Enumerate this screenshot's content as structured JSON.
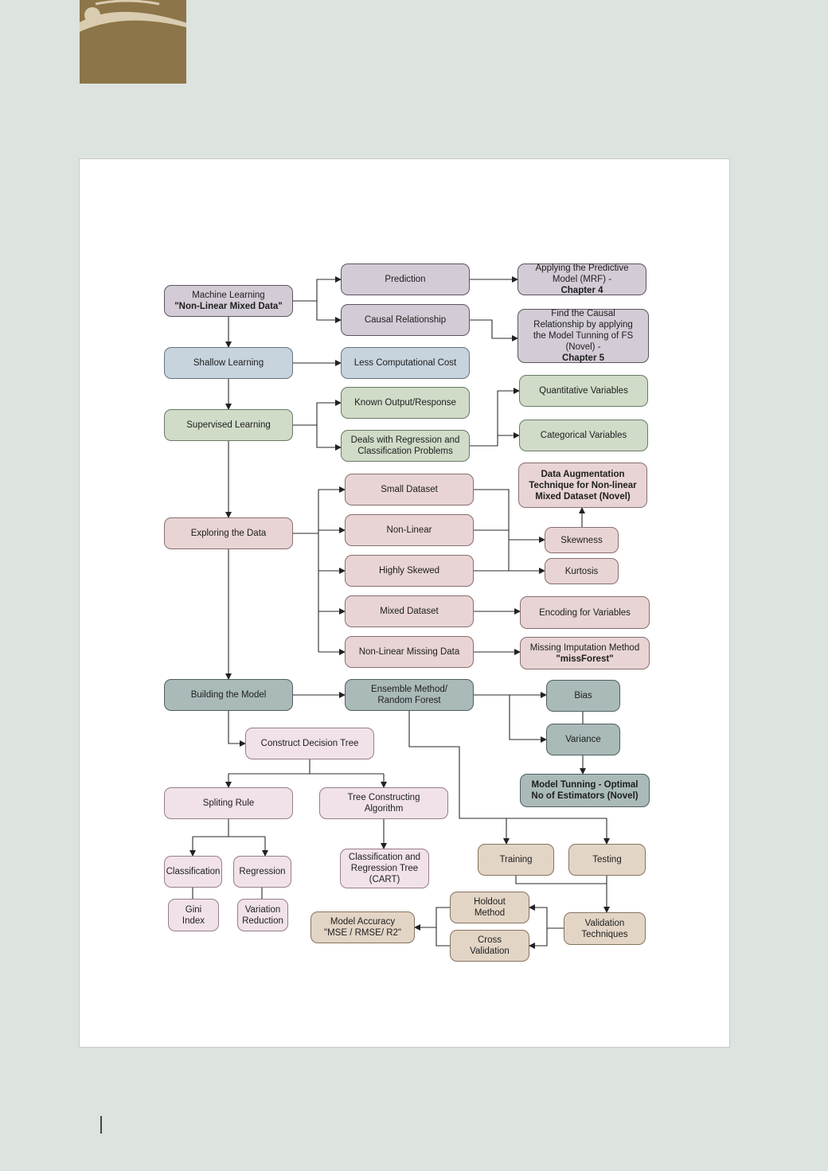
{
  "colors": {
    "page_bg": "#dde3de",
    "logo_bg": "#8c7548",
    "purple": "#d3ccd6",
    "blue": "#c7d3dd",
    "green": "#d0dbc8",
    "pink": "#e8d4d4",
    "teal": "#a9bab9",
    "light_pink": "#f1e2ea",
    "tan": "#e3d5c6"
  },
  "logo": {
    "icon": "eye-logo-icon"
  },
  "nodes": {
    "ml_l1": "Machine Learning",
    "ml_l2": "\"Non-Linear Mixed Data\"",
    "prediction": "Prediction",
    "apply_l1": "Applying the Predictive",
    "apply_l2": "Model (MRF) - ",
    "apply_l2b": "Chapter 4",
    "causal": "Causal Relationship",
    "find_l1": "Find the Causal",
    "find_l2": "Relationship by applying",
    "find_l3": "the Model Tunning of FS",
    "find_l4": "(Novel) - ",
    "find_l4b": "Chapter 5",
    "shallow": "Shallow Learning",
    "less_cost": "Less Computational Cost",
    "supervised": "Supervised Learning",
    "known": "Known Output/Response",
    "deals_l1": "Deals with Regression and",
    "deals_l2": "Classification Problems",
    "quant": "Quantitative Variables",
    "categ": "Categorical Variables",
    "exploring": "Exploring the Data",
    "small": "Small Dataset",
    "nonlinear": "Non-Linear",
    "skewed": "Highly Skewed",
    "mixed": "Mixed Dataset",
    "missing": "Non-Linear Missing Data",
    "aug_l1": "Data Augmentation",
    "aug_l2": "Technique for Non-linear",
    "aug_l3": "Mixed Dataset (Novel)",
    "skewness": "Skewness",
    "kurtosis": "Kurtosis",
    "encoding": "Encoding for Variables",
    "imput_l1": "Missing Imputation Method",
    "imput_l2": "\"missForest\"",
    "building": "Building the Model",
    "ensemble_l1": "Ensemble Method/",
    "ensemble_l2": "Random Forest",
    "bias": "Bias",
    "variance": "Variance",
    "tuning_l1": "Model Tunning - Optimal",
    "tuning_l2": "No of Estimators (Novel)",
    "construct": "Construct Decision Tree",
    "spliting": "Spliting Rule",
    "treealg_l1": "Tree Constructing",
    "treealg_l2": "Algorithm",
    "classification": "Classification",
    "regression": "Regression",
    "cart_l1": "Classification and",
    "cart_l2": "Regression Tree",
    "cart_l3": "(CART)",
    "gini_l1": "Gini",
    "gini_l2": "Index",
    "varred_l1": "Variation",
    "varred_l2": "Reduction",
    "training": "Training",
    "testing": "Testing",
    "validation_l1": "Validation",
    "validation_l2": "Techniques",
    "holdout_l1": "Holdout",
    "holdout_l2": "Method",
    "cross_l1": "Cross",
    "cross_l2": "Validation",
    "accuracy_l1": "Model Accuracy",
    "accuracy_l2": "\"MSE / RMSE/ R2\""
  }
}
